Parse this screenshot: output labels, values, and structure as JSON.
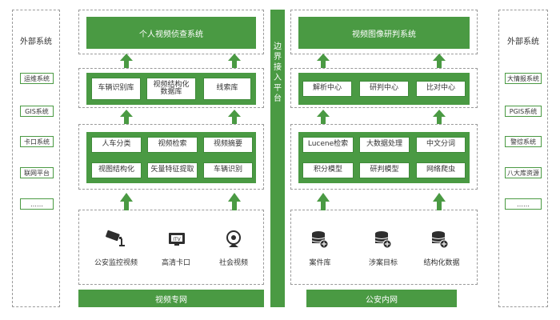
{
  "external_left": {
    "title": "外部系统",
    "items": [
      "运维系统",
      "GIS系统",
      "卡口系统",
      "联网平台",
      "……"
    ]
  },
  "external_right": {
    "title": "外部系统",
    "items": [
      "大情报系统",
      "PGIS系统",
      "警综系统",
      "八大库资源",
      "……"
    ]
  },
  "left": {
    "top_title": "个人视频侦查系统",
    "layer2": [
      "车辆识别库",
      "视频结构化数据库",
      "线索库"
    ],
    "layer3": [
      "人车分类",
      "视频检索",
      "视频摘要",
      "视图结构化",
      "矢量特征提取",
      "车辆识别"
    ],
    "sources": [
      "公安监控视频",
      "高清卡口",
      "社会视频"
    ],
    "network": "视频专网"
  },
  "right": {
    "top_title": "视频图像研判系统",
    "layer2": [
      "解析中心",
      "研判中心",
      "比对中心"
    ],
    "layer3": [
      "Lucene检索",
      "大数据处理",
      "中文分词",
      "积分模型",
      "研判模型",
      "网络爬虫"
    ],
    "sources": [
      "案件库",
      "涉案目标",
      "结构化数据"
    ],
    "network": "公安内网"
  },
  "border_platform": [
    "边",
    "界",
    "接",
    "入",
    "平",
    "台"
  ],
  "colors": {
    "green": "#4a9a43",
    "border": "#9a9a9a"
  }
}
